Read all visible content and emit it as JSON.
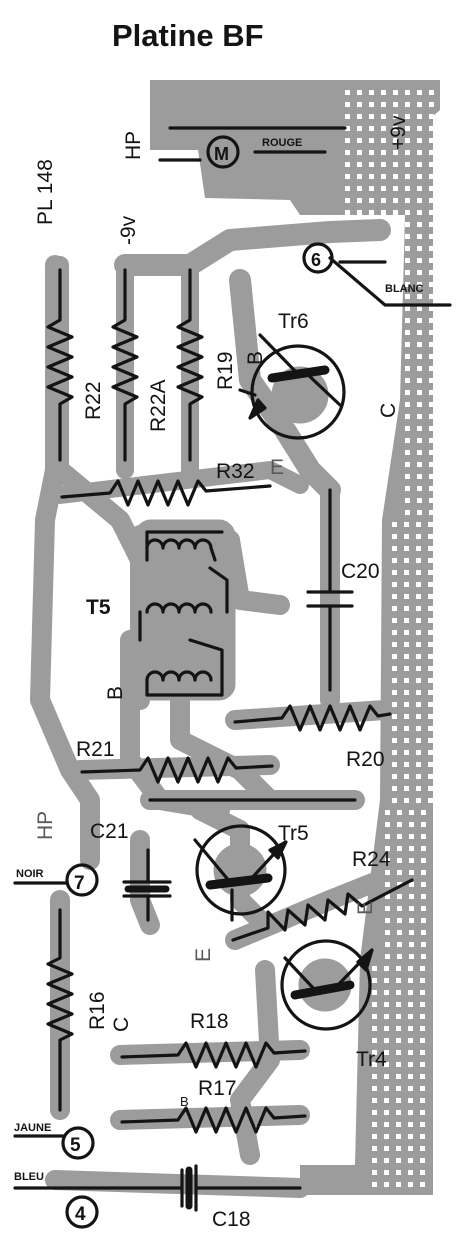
{
  "title": "Platine BF",
  "board_ref": "PL 148",
  "colors": {
    "copper": "#9c9c9c",
    "ink": "#141414",
    "paper": "#ffffff"
  },
  "labels": {
    "hp_top": "HP",
    "v9_neg": "-9v",
    "v9_pos": "+9v",
    "motor": "M",
    "rouge": "ROUGE",
    "blanc": "BLANC",
    "noir": "NOIR",
    "jaune": "JAUNE",
    "bleu": "BLEU",
    "hp_left": "HP",
    "t5": "T5",
    "b_t5": "B",
    "b_tr6": "B",
    "c_tr6": "C",
    "e_tr6": "E",
    "e_tr4": "E",
    "c_tr4": "C",
    "e_tr5": "E",
    "b_tr4": "B"
  },
  "terminals": {
    "t6": "6",
    "t7": "7",
    "t5": "5",
    "t4": "4"
  },
  "resistors": {
    "r22": "R22",
    "r22a": "R22A",
    "r19": "R19",
    "r32": "R32",
    "r21": "R21",
    "r20": "R20",
    "r24": "R24",
    "r16": "R16",
    "r18": "R18",
    "r17": "R17"
  },
  "capacitors": {
    "c20": "C20",
    "c21": "C21",
    "c18": "C18"
  },
  "transistors": {
    "tr6": "Tr6",
    "tr5": "Tr5",
    "tr4": "Tr4"
  }
}
